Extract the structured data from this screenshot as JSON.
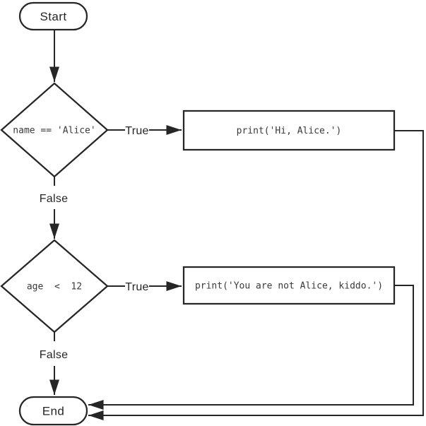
{
  "colors": {
    "stroke": "#262626",
    "text": "#262626",
    "code": "#3a3a3a",
    "background": "#ffffff"
  },
  "flowchart": {
    "nodes": {
      "start": {
        "type": "terminal",
        "label": "Start"
      },
      "decision1": {
        "type": "decision",
        "label": "name == 'Alice'"
      },
      "process1": {
        "type": "process",
        "label": "print('Hi, Alice.')"
      },
      "decision2": {
        "type": "decision",
        "label": "age  <  12"
      },
      "process2": {
        "type": "process",
        "label": "print('You are not Alice, kiddo.')"
      },
      "end": {
        "type": "terminal",
        "label": "End"
      }
    },
    "edges": {
      "decision1_true": {
        "label": "True",
        "from": "decision1",
        "to": "process1"
      },
      "decision1_false": {
        "label": "False",
        "from": "decision1",
        "to": "decision2"
      },
      "decision2_true": {
        "label": "True",
        "from": "decision2",
        "to": "process2"
      },
      "decision2_false": {
        "label": "False",
        "from": "decision2",
        "to": "end"
      },
      "start_to_decision1": {
        "label": "",
        "from": "start",
        "to": "decision1"
      },
      "process1_to_end": {
        "label": "",
        "from": "process1",
        "to": "end"
      },
      "process2_to_end": {
        "label": "",
        "from": "process2",
        "to": "end"
      }
    }
  }
}
